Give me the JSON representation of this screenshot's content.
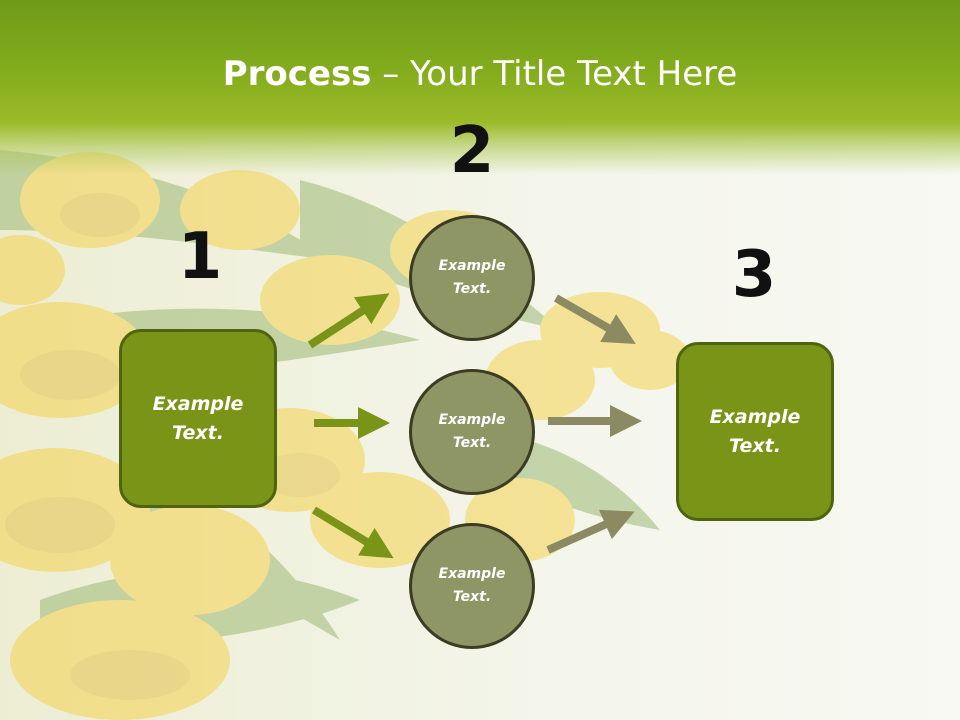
{
  "slide": {
    "title_bold": "Process",
    "title_rest": " – Your Title Text Here",
    "step_numbers": [
      "1",
      "2",
      "3"
    ],
    "left_box": {
      "text": "Example\nText."
    },
    "circles": [
      {
        "text": "Example\nText."
      },
      {
        "text": "Example\nText."
      },
      {
        "text": "Example\nText."
      }
    ],
    "right_box": {
      "text": "Example\nText."
    }
  },
  "colors": {
    "header_green": "#7ea41c",
    "box_green": "#7a9418",
    "box_border": "#4f6410",
    "circle_fill": "#8f9666",
    "arrow_green": "#7a9418",
    "arrow_olive": "#8c8a62"
  },
  "icons": {
    "background": "yellow-tulips-image",
    "arrows": "arrow-right"
  }
}
